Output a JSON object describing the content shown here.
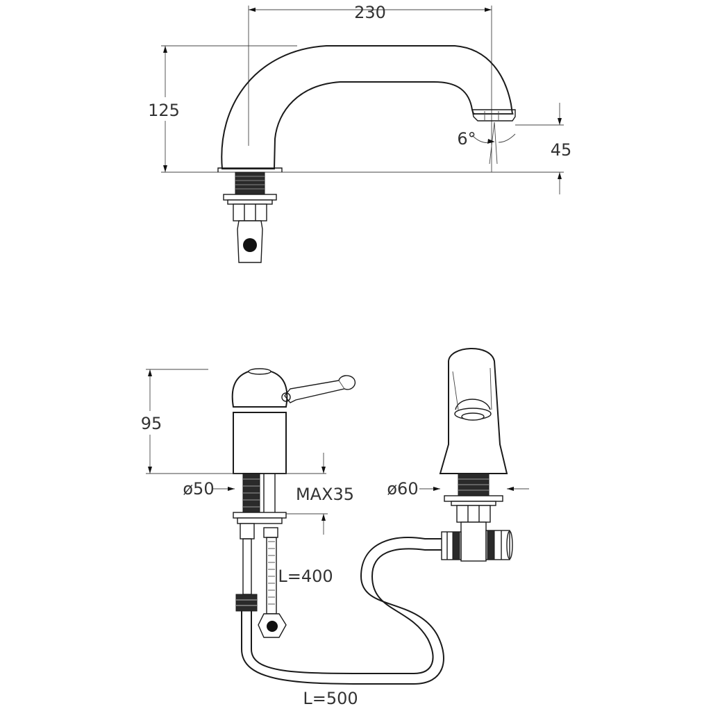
{
  "drawing": {
    "dimensions": {
      "spout_length": "230",
      "spout_height": "125",
      "outlet_height": "45",
      "outlet_angle": "6°",
      "handle_height": "95",
      "handle_base_diameter": "ø50",
      "max_deck_thickness": "MAX35",
      "spout_base_diameter": "ø60",
      "hose_short_length": "L=400",
      "hose_long_length": "L=500"
    }
  }
}
